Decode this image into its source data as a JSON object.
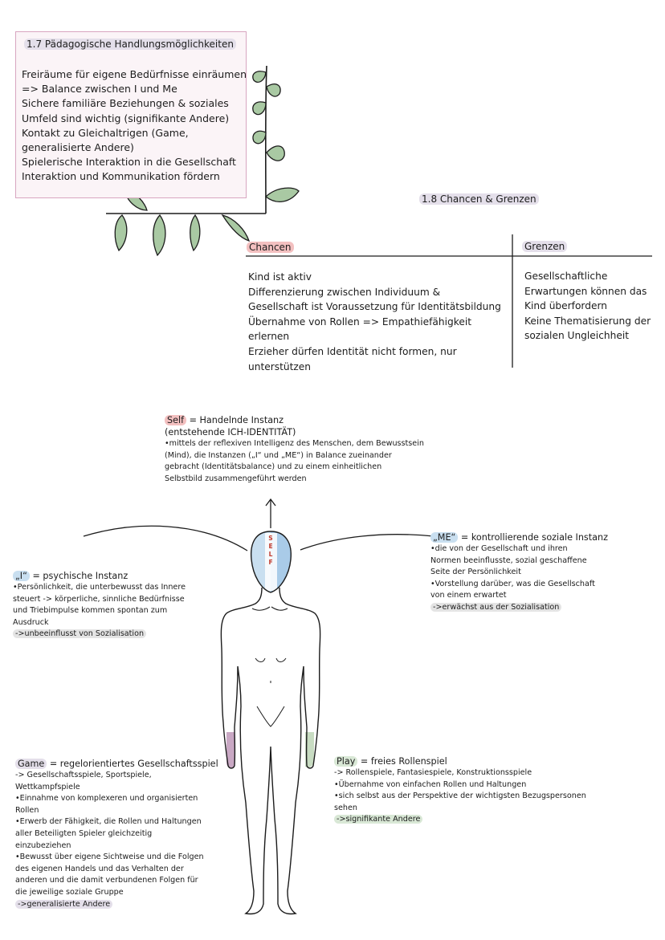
{
  "colors": {
    "box_border": "#d8a6c0",
    "box_fill": "#fbf4f7",
    "leaf_fill": "#a9c9a3",
    "self_red": "#f3c0c0",
    "me_blue": "#c9dff0",
    "head_blue": "#a9cbe8"
  },
  "section_17": {
    "title": "1.7 Pädagogische Handlungsmöglichkeiten",
    "lines": [
      "Freiräume für eigene Bedürfnisse einräumen",
      "=> Balance zwischen I und Me",
      "Sichere familiäre Beziehungen & soziales",
      "Umfeld sind wichtig (signifikante Andere)",
      "Kontakt zu Gleichaltrigen (Game,",
      "generalisierte Andere)",
      "Spielerische Interaktion in die Gesellschaft",
      "Interaktion und Kommunikation fördern"
    ]
  },
  "section_18": {
    "title": "1.8 Chancen & Grenzen",
    "chancen_label": "Chancen",
    "grenzen_label": "Grenzen",
    "chancen": [
      "Kind ist aktiv",
      "Differenzierung zwischen Individuum &",
      "Gesellschaft ist Voraussetzung für Identitätsbildung",
      "Übernahme von Rollen => Empathiefähigkeit",
      "erlernen",
      "Erzieher dürfen Identität nicht formen, nur",
      "unterstützen"
    ],
    "grenzen": [
      "Gesellschaftliche",
      "Erwartungen können das",
      "Kind überfordern",
      "Keine Thematisierung der",
      "sozialen Ungleichheit"
    ]
  },
  "self": {
    "term": "Self",
    "rest": " = Handelnde Instanz",
    "sub": "(entstehende ICH-IDENTITÄT)",
    "lines": [
      "•mittels der reflexiven Intelligenz des Menschen, dem Bewusstsein",
      "(Mind), die Instanzen („I“ und „ME“) in Balance zueinander",
      "gebracht (Identitätsbalance) und zu einem einheitlichen",
      "Selbstbild zusammengeführt werden"
    ],
    "head_letters": [
      "S",
      "E",
      "L",
      "F"
    ]
  },
  "me": {
    "term": "„ME“",
    "rest": " = kontrollierende soziale Instanz",
    "lines": [
      "•die von der Gesellschaft und ihren",
      "Normen beeinflusste, sozial geschaffene",
      "Seite der Persönlichkeit",
      "•Vorstellung darüber, was die Gesellschaft",
      "von einem erwartet"
    ],
    "last": "->erwächst aus der Sozialisation"
  },
  "i": {
    "term": "„I“",
    "rest": " = psychische Instanz",
    "lines": [
      "•Persönlichkeit, die unterbewusst das Innere",
      "steuert -> körperliche, sinnliche Bedürfnisse",
      "und Triebimpulse kommen spontan zum",
      "Ausdruck"
    ],
    "last": "->unbeeinflusst von Sozialisation"
  },
  "game": {
    "term": "Game",
    "rest": " = regelorientiertes Gesellschaftsspiel",
    "lines": [
      "-> Gesellschaftsspiele, Sportspiele,",
      "Wettkampfspiele",
      "•Einnahme von komplexeren und organisierten",
      "Rollen",
      "•Erwerb der Fähigkeit, die Rollen und Haltungen",
      "aller Beteiligten Spieler gleichzeitig",
      "einzubeziehen",
      "•Bewusst über eigene Sichtweise und die Folgen",
      "des eigenen Handels und das Verhalten der",
      "anderen und die damit verbundenen Folgen für",
      "die jeweilige soziale Gruppe"
    ],
    "last": "->generalisierte Andere"
  },
  "play": {
    "term": "Play",
    "rest": " = freies Rollenspiel",
    "lines": [
      "-> Rollenspiele, Fantasiespiele, Konstruktionsspiele",
      "•Übernahme von einfachen Rollen und Haltungen",
      "•sich selbst aus der Perspektive der wichtigsten Bezugspersonen",
      "sehen"
    ],
    "last": "->signifikante Andere"
  }
}
